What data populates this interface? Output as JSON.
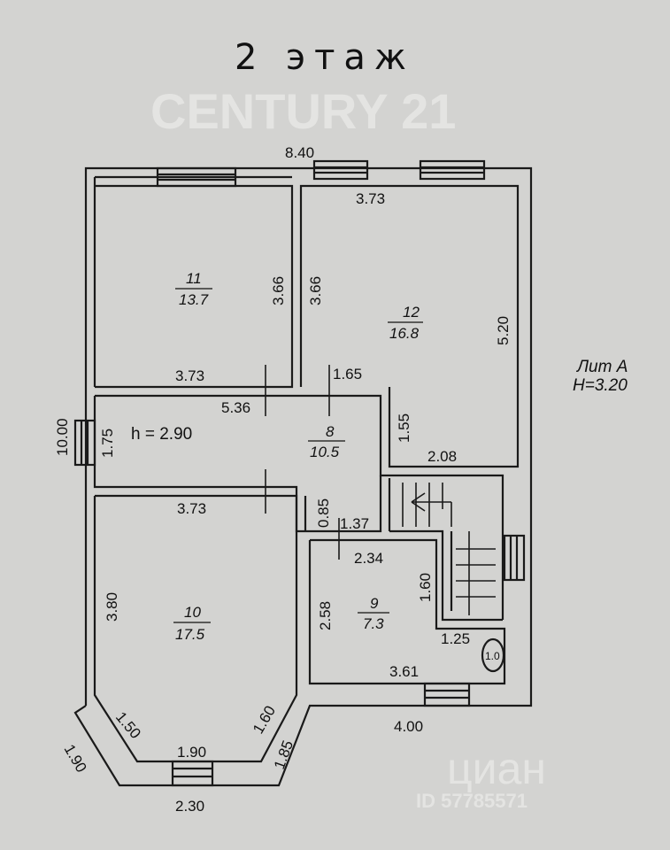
{
  "title": "2  этаж",
  "lit": {
    "label": "Лит А",
    "height": "H=3.20"
  },
  "ceiling": "h = 2.90",
  "watermarks": {
    "century": "CENTURY 21",
    "cian": "циан",
    "cian_id": "ID 57785571"
  },
  "rooms": [
    {
      "num": "11",
      "area": "13.7"
    },
    {
      "num": "12",
      "area": "16.8"
    },
    {
      "num": "8",
      "area": "10.5"
    },
    {
      "num": "10",
      "area": "17.5"
    },
    {
      "num": "9",
      "area": "7.3"
    }
  ],
  "dims": {
    "total_width": "8.40",
    "total_height": "10.00",
    "r12_top": "3.73",
    "r11_right": "3.66",
    "r12_left": "3.66",
    "r12_right": "5.20",
    "r11_bottom": "3.73",
    "corr_top": "5.36",
    "corr_step": "1.65",
    "corr_right": "1.55",
    "corr_left": "1.75",
    "r12_bottom": "2.08",
    "r10_top": "3.73",
    "corr_v": "0.85",
    "corr_b": "1.37",
    "r9_top": "2.34",
    "r9_right": "1.60",
    "r9_left": "2.58",
    "wc": "1.25",
    "wc_small": "1.0",
    "r9_bottom": "3.61",
    "r10_left": "3.80",
    "bottom_right": "4.00",
    "oct_l": "1.50",
    "oct_r": "1.60",
    "oct_b": "1.90",
    "outer_l": "1.90",
    "outer_r": "1.85",
    "outer_b": "2.30"
  }
}
